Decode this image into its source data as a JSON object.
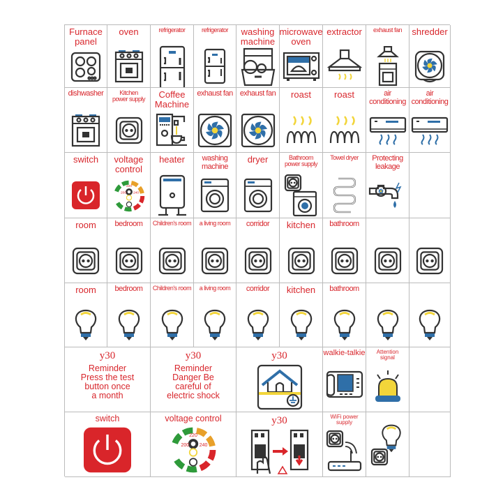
{
  "colors": {
    "label": "#d8262c",
    "outline": "#333333",
    "blue": "#2f6fa8",
    "yellow": "#f2d53a",
    "red": "#d9252a",
    "green": "#2e9a3a",
    "orange": "#e8a02a"
  },
  "cells": [
    {
      "label": "Furnace\npanel",
      "size": "s1",
      "icon": "stove-icon"
    },
    {
      "label": "oven",
      "size": "s1",
      "icon": "oven-icon"
    },
    {
      "label": "refrigerator",
      "size": "s3",
      "icon": "fridge-icon"
    },
    {
      "label": "refrigerator",
      "size": "s3",
      "icon": "fridge-small-icon"
    },
    {
      "label": "washing\nmachine",
      "size": "s1",
      "icon": "dishwasher-open-icon"
    },
    {
      "label": "microwave\noven",
      "size": "s1",
      "icon": "microwave-icon"
    },
    {
      "label": "extractor",
      "size": "s1",
      "icon": "range-hood-icon"
    },
    {
      "label": "exhaust fan",
      "size": "s3",
      "icon": "hood-oven-icon"
    },
    {
      "label": "shredder",
      "size": "s1",
      "icon": "shredder-fan-icon"
    },
    {
      "label": "dishwasher",
      "size": "s2",
      "icon": "oven-icon"
    },
    {
      "label": "Kitchen\npower supply",
      "size": "s3",
      "icon": "socket-icon"
    },
    {
      "label": "Coffee\nMachine",
      "size": "s1",
      "icon": "coffee-machine-icon"
    },
    {
      "label": "exhaust fan",
      "size": "s2",
      "icon": "fan-icon"
    },
    {
      "label": "exhaust fan",
      "size": "s2",
      "icon": "fan-icon"
    },
    {
      "label": "roast",
      "size": "s1",
      "icon": "heating-coil-icon"
    },
    {
      "label": "roast",
      "size": "s1",
      "icon": "heating-coil-icon"
    },
    {
      "label": "air\nconditioning",
      "size": "s2",
      "icon": "air-conditioner-icon"
    },
    {
      "label": "air\nconditioning",
      "size": "s2",
      "icon": "air-conditioner-icon"
    },
    {
      "label": "switch",
      "size": "s1",
      "icon": "power-icon"
    },
    {
      "label": "voltage\ncontrol",
      "size": "s1",
      "icon": "voltage-dial-icon"
    },
    {
      "label": "heater",
      "size": "s1",
      "icon": "water-heater-icon"
    },
    {
      "label": "washing\nmachine",
      "size": "s2",
      "icon": "washer-icon"
    },
    {
      "label": "dryer",
      "size": "s1",
      "icon": "washer-icon"
    },
    {
      "label": "Bathroom\npower supply",
      "size": "s3",
      "icon": "socket-washer-icon"
    },
    {
      "label": "Towel dryer",
      "size": "s3",
      "icon": "towel-rail-icon"
    },
    {
      "label": "Protecting\nleakage",
      "size": "s2",
      "icon": "faucet-icon"
    },
    {
      "label": "",
      "size": "s1",
      "icon": ""
    },
    {
      "label": "room",
      "size": "s1",
      "icon": "socket-icon"
    },
    {
      "label": "bedroom",
      "size": "s2",
      "icon": "socket-icon"
    },
    {
      "label": "Children's room",
      "size": "s3",
      "icon": "socket-icon"
    },
    {
      "label": "a living room",
      "size": "s3",
      "icon": "socket-icon"
    },
    {
      "label": "corridor",
      "size": "s2",
      "icon": "socket-icon"
    },
    {
      "label": "kitchen",
      "size": "s1",
      "icon": "socket-icon"
    },
    {
      "label": "bathroom",
      "size": "s2",
      "icon": "socket-icon"
    },
    {
      "label": "",
      "size": "s1",
      "icon": "socket-icon"
    },
    {
      "label": "",
      "size": "s1",
      "icon": "socket-icon"
    },
    {
      "label": "room",
      "size": "s1",
      "icon": "bulb-icon"
    },
    {
      "label": "bedroom",
      "size": "s2",
      "icon": "bulb-icon"
    },
    {
      "label": "Children's room",
      "size": "s3",
      "icon": "bulb-icon"
    },
    {
      "label": "a living room",
      "size": "s3",
      "icon": "bulb-icon"
    },
    {
      "label": "corridor",
      "size": "s2",
      "icon": "bulb-icon"
    },
    {
      "label": "kitchen",
      "size": "s1",
      "icon": "bulb-icon"
    },
    {
      "label": "bathroom",
      "size": "s2",
      "icon": "bulb-icon"
    },
    {
      "label": "",
      "size": "s1",
      "icon": "bulb-icon"
    },
    {
      "label": "",
      "size": "s1",
      "icon": "bulb-icon"
    }
  ],
  "big_cells": [
    {
      "title": "y30",
      "label": "Reminder\nPress the test\nbutton once\na month",
      "icon": "",
      "span": 2
    },
    {
      "title": "y30",
      "label": "Reminder\nDanger Be\ncareful of\nelectric shock",
      "icon": "",
      "span": 2
    },
    {
      "title": "y30",
      "label": "",
      "icon": "house-ground-icon",
      "span": 2
    },
    {
      "title": "",
      "label": "walkie-talkie",
      "icon": "intercom-phone-icon",
      "span": 1,
      "small": true
    },
    {
      "title": "",
      "label": "Attention\nsignal",
      "icon": "siren-icon",
      "span": 1,
      "small": true
    },
    {
      "title": "",
      "label": "",
      "icon": "",
      "span": 1
    },
    {
      "title": "",
      "label": "switch",
      "icon": "power-big-icon",
      "span": 2
    },
    {
      "title": "",
      "label": "voltage control",
      "icon": "voltage-dial-big-icon",
      "span": 2
    },
    {
      "title": "y30",
      "label": "",
      "icon": "breaker-icon",
      "span": 2
    },
    {
      "title": "",
      "label": "WiFi power supply",
      "icon": "wifi-socket-icon",
      "span": 1,
      "small": true
    },
    {
      "title": "",
      "label": "",
      "icon": "bulb-socket-icon",
      "span": 1
    },
    {
      "title": "",
      "label": "",
      "icon": "",
      "span": 1
    }
  ]
}
